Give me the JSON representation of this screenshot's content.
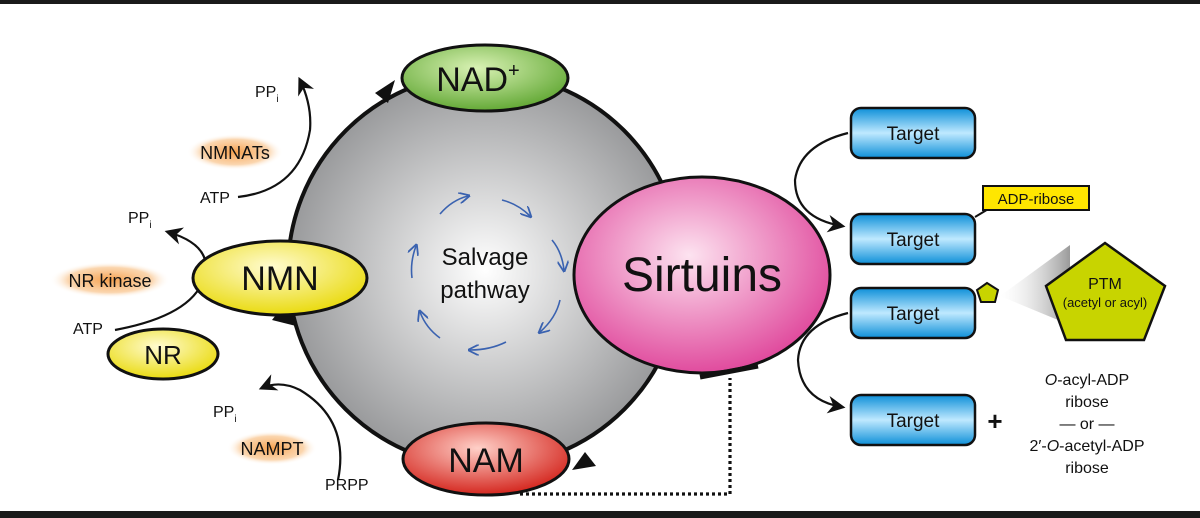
{
  "diagram": {
    "nodes": {
      "nad": "NAD",
      "nad_sup": "+",
      "nmn": "NMN",
      "nr": "NR",
      "nam": "NAM",
      "sirtuins": "Sirtuins"
    },
    "center": {
      "line1": "Salvage",
      "line2": "pathway"
    },
    "enzymes": {
      "nmnats": "NMNATs",
      "nr_kinase": "NR kinase",
      "nampt": "NAMPT"
    },
    "metabolites": {
      "ppi_main": "PP",
      "ppi_sub": "i",
      "atp": "ATP",
      "prpp": "PRPP"
    },
    "targets": [
      "Target",
      "Target",
      "Target",
      "Target"
    ],
    "adp_ribose_label": "ADP-ribose",
    "ptm": {
      "line1": "PTM",
      "line2": "(acetyl or acyl)"
    },
    "plus": "+",
    "products": {
      "line1_italic": "O",
      "line1_rest": "-acyl-ADP",
      "line2": "ribose",
      "line3": "— or —",
      "line4_pre": "2′-",
      "line4_italic": "O",
      "line4_rest": "-acetyl-ADP",
      "line5": "ribose"
    }
  },
  "colors": {
    "nad": "#7ac143",
    "nmn": "#f5e600",
    "nam": "#e0251b",
    "sirtuins": "#e2479f",
    "target": "#1aa7e8",
    "ptm": "#c8d400",
    "adp_ribose": "#ffe600",
    "enzyme_glow": "#f6a04d",
    "arrow_blue": "#3a62b0"
  }
}
